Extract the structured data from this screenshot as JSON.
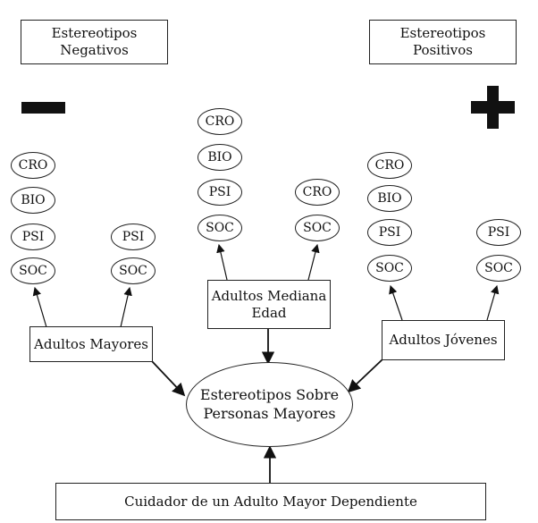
{
  "header": {
    "negative_line1": "Estereotipos",
    "negative_line2": "Negativos",
    "positive_line1": "Estereotipos",
    "positive_line2": "Positivos"
  },
  "groups": {
    "mayores": "Adultos Mayores",
    "mediana_line1": "Adultos Mediana",
    "mediana_line2": "Edad",
    "jovenes": "Adultos Jóvenes"
  },
  "center": {
    "line1": "Estereotipos Sobre",
    "line2": "Personas Mayores"
  },
  "caregiver": "Cuidador de un Adulto Mayor Dependiente",
  "ovals": {
    "mayores_left": [
      "CRO",
      "BIO",
      "PSI",
      "SOC"
    ],
    "mayores_right": [
      "PSI",
      "SOC"
    ],
    "mediana_left": [
      "CRO",
      "BIO",
      "PSI",
      "SOC"
    ],
    "mediana_right": [
      "CRO",
      "SOC"
    ],
    "jovenes_left": [
      "CRO",
      "BIO",
      "PSI",
      "SOC"
    ],
    "jovenes_right": [
      "PSI",
      "SOC"
    ]
  },
  "symbols": {
    "negative": "minus-sign",
    "positive": "plus-sign"
  }
}
